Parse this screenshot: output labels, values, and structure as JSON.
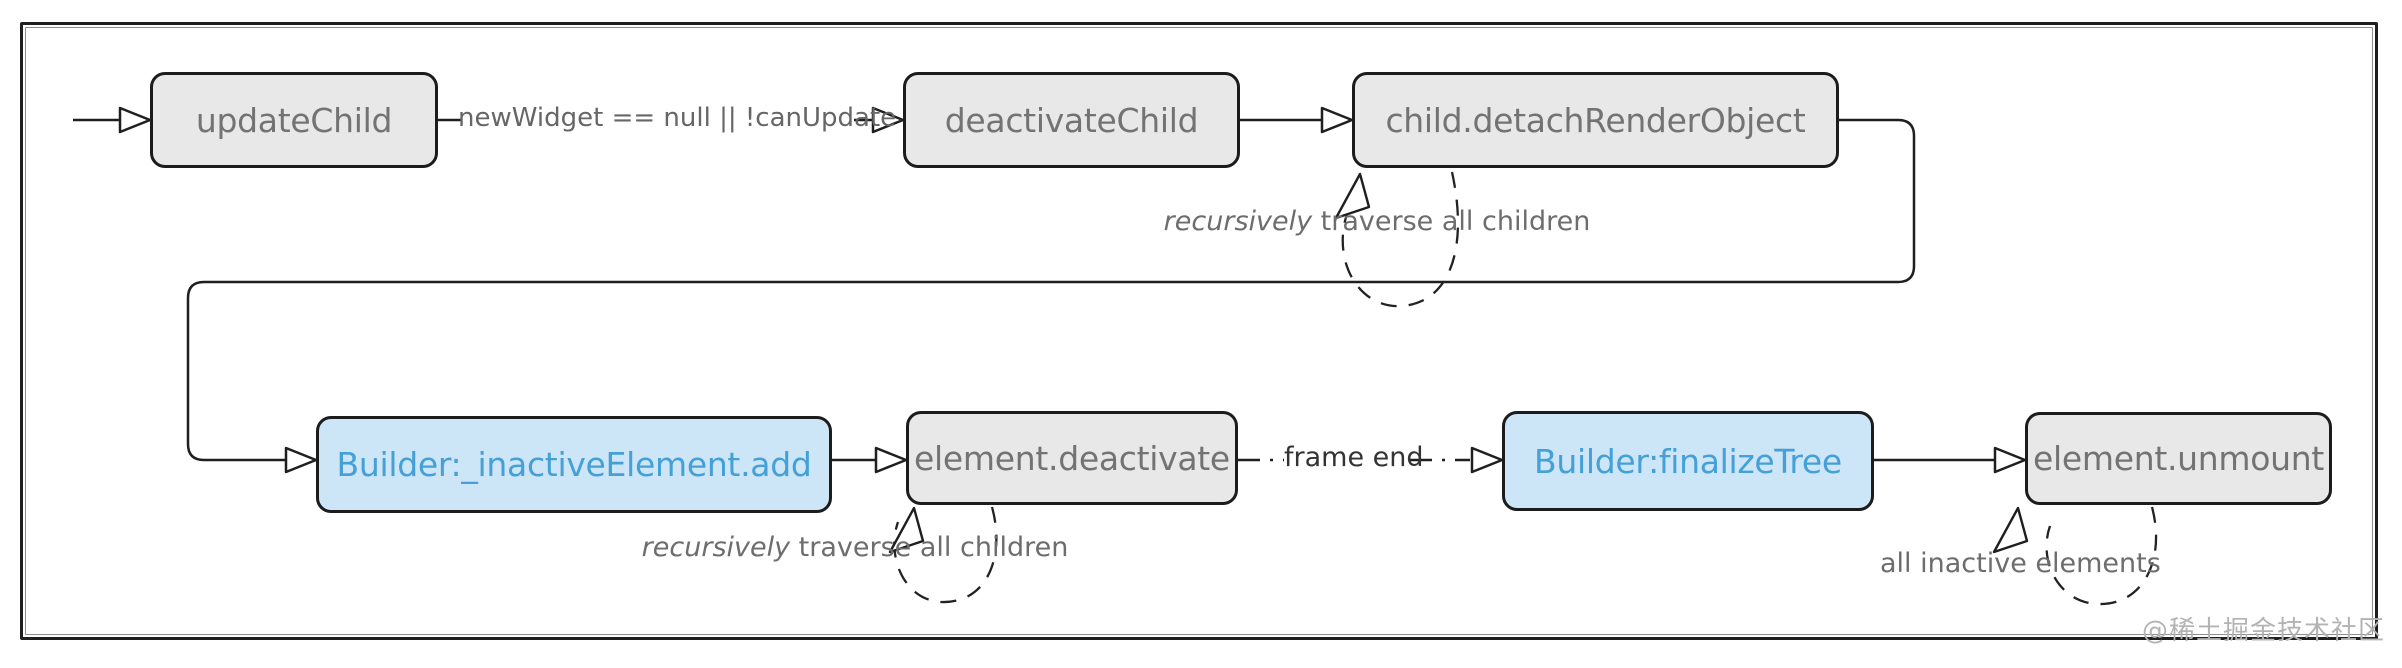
{
  "diagram": {
    "description": "Flutter element deactivation / unmount flowchart",
    "nodes": [
      {
        "id": "updateChild",
        "label": "updateChild",
        "style": "grey"
      },
      {
        "id": "deactivateChild",
        "label": "deactivateChild",
        "style": "grey"
      },
      {
        "id": "child.detachRenderObject",
        "label": "child.detachRenderObject",
        "style": "grey"
      },
      {
        "id": "Builder:_inactiveElement.add",
        "label": "Builder:_inactiveElement.add",
        "style": "blue"
      },
      {
        "id": "element.deactivate",
        "label": "element.deactivate",
        "style": "grey"
      },
      {
        "id": "Builder:finalizeTree",
        "label": "Builder:finalizeTree",
        "style": "blue"
      },
      {
        "id": "element.unmount",
        "label": "element.unmount",
        "style": "grey"
      }
    ],
    "edges": [
      {
        "from": "start",
        "to": "updateChild",
        "style": "solid",
        "label": ""
      },
      {
        "from": "updateChild",
        "to": "deactivateChild",
        "style": "solid",
        "label": "newWidget == null || !canUpdate"
      },
      {
        "from": "deactivateChild",
        "to": "child.detachRenderObject",
        "style": "solid",
        "label": ""
      },
      {
        "from": "child.detachRenderObject",
        "to": "Builder:_inactiveElement.add",
        "style": "solid",
        "label": ""
      },
      {
        "from": "Builder:_inactiveElement.add",
        "to": "element.deactivate",
        "style": "solid",
        "label": ""
      },
      {
        "from": "element.deactivate",
        "to": "Builder:finalizeTree",
        "style": "dash-dot",
        "label": "frame end"
      },
      {
        "from": "Builder:finalizeTree",
        "to": "element.unmount",
        "style": "solid",
        "label": ""
      },
      {
        "from": "child.detachRenderObject",
        "to": "child.detachRenderObject",
        "style": "dashed-loop",
        "label": "recursively traverse all children"
      },
      {
        "from": "element.deactivate",
        "to": "element.deactivate",
        "style": "dashed-loop",
        "label": "recursively traverse all children"
      },
      {
        "from": "element.unmount",
        "to": "element.unmount",
        "style": "dashed-loop",
        "label": "all inactive elements"
      }
    ],
    "annotations": [
      {
        "em": "recursively",
        "rest": " traverse all children"
      },
      {
        "em": "recursively",
        "rest": " traverse all children"
      },
      {
        "em": "",
        "rest": "all  inactive elements"
      }
    ],
    "watermark": "@稀土掘金技术社区",
    "colors": {
      "node_grey_fill": "#e8e8e8",
      "node_grey_text": "#737373",
      "node_blue_fill": "#cde6f7",
      "node_blue_text": "#44a0d6",
      "stroke": "#1f1f1f",
      "edge_label_grey": "#666666",
      "frame_end_text": "#333333",
      "watermark_text": "#b3b3b3"
    }
  }
}
